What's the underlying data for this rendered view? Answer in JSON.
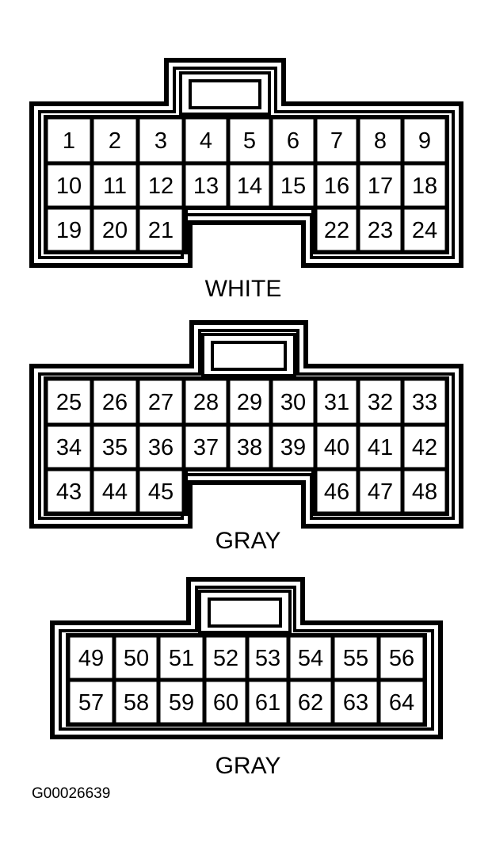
{
  "connectors": [
    {
      "color_label": "WHITE",
      "rows": [
        [
          "1",
          "2",
          "3",
          "4",
          "5",
          "6",
          "7",
          "8",
          "9"
        ],
        [
          "10",
          "11",
          "12",
          "13",
          "14",
          "15",
          "16",
          "17",
          "18"
        ],
        [
          "19",
          "20",
          "21",
          "",
          "",
          "",
          "22",
          "23",
          "24"
        ]
      ]
    },
    {
      "color_label": "GRAY",
      "rows": [
        [
          "25",
          "26",
          "27",
          "28",
          "29",
          "30",
          "31",
          "32",
          "33"
        ],
        [
          "34",
          "35",
          "36",
          "37",
          "38",
          "39",
          "40",
          "41",
          "42"
        ],
        [
          "43",
          "44",
          "45",
          "",
          "",
          "",
          "46",
          "47",
          "48"
        ]
      ]
    },
    {
      "color_label": "GRAY",
      "rows": [
        [
          "49",
          "50",
          "51",
          "52",
          "53",
          "54",
          "55",
          "56"
        ],
        [
          "57",
          "58",
          "59",
          "60",
          "61",
          "62",
          "63",
          "64"
        ]
      ]
    }
  ],
  "figure_code": "G00026639"
}
